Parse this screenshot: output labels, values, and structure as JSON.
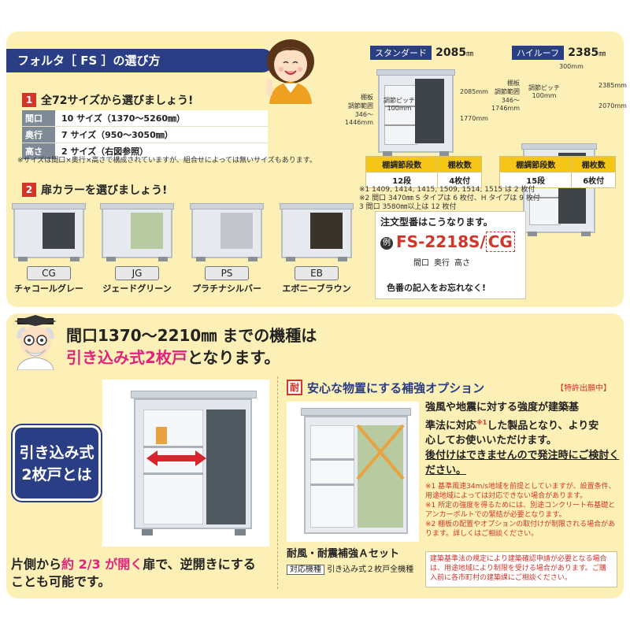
{
  "top": {
    "title": "フォルタ［ FS ］の選び方",
    "step1": {
      "num": "1",
      "label": "全72サイズから選びましょう!"
    },
    "specs": [
      {
        "key": "間口",
        "value": "10 サイズ（1370～5260㎜）"
      },
      {
        "key": "奥行",
        "value": "7 サイズ（950～3050㎜）"
      },
      {
        "key": "高さ",
        "value": "2 サイズ（右図参照）"
      }
    ],
    "specs_note": "※サイズは間口×奥行×高さで構成されていますが、組合せによっては無いサイズもあります。",
    "step2": {
      "num": "2",
      "label": "扉カラーを選びましょう!"
    },
    "colors": [
      {
        "code": "CG",
        "name": "チャコールグレー",
        "door": "#3f4449"
      },
      {
        "code": "JG",
        "name": "ジェードグリーン",
        "door": "#b8caa0"
      },
      {
        "code": "PS",
        "name": "プラチナシルバー",
        "door": "#c3c7cc"
      },
      {
        "code": "EB",
        "name": "エボニーブラウン",
        "door": "#3a332c"
      }
    ]
  },
  "heights": {
    "standard": {
      "tag": "スタンダード",
      "height": "2085",
      "unit": "㎜",
      "dims": {
        "total": "2085mm",
        "inner": "1770mm",
        "shelf_range": "棚板\n調節範囲\n346～1446mm",
        "pitch": "調節ピッチ\n100mm"
      },
      "table": {
        "h1": "棚調節段数",
        "h2": "棚枚数",
        "v1": "12段",
        "v2": "4枚付"
      }
    },
    "high": {
      "tag": "ハイルーフ",
      "height": "2385",
      "unit": "㎜",
      "dims": {
        "total": "2385mm",
        "inner": "2070mm",
        "roof": "300mm",
        "shelf_range": "棚板\n調節範囲\n346～1746mm",
        "pitch": "調節ピッチ\n100mm"
      },
      "table": {
        "h1": "棚調節段数",
        "h2": "棚枚数",
        "v1": "15段",
        "v2": "6枚付"
      }
    },
    "notes": [
      "※1 1409, 1414, 1415, 1509, 1514, 1515 は 2 枚付",
      "※2 間口 3470㎜ S タイプは 6 枚付、H タイプは 9 枚付",
      "3 間口 3580㎜以上は 12 枚付"
    ]
  },
  "order": {
    "title": "注文型番はこうなります。",
    "example_mark": "例",
    "model_main": "FS-2218S",
    "model_sep": "/",
    "model_color": "CG",
    "parts": [
      "間口",
      "奥行",
      "高さ"
    ],
    "reminder": "色番の記入をお忘れなく!"
  },
  "sliding": {
    "headline1": "間口1370～2210㎜ までの機種は",
    "headline2_pink": "引き込み式2枚戸",
    "headline2_rest": "となります。",
    "box_line1": "引き込み式",
    "box_line2": "2枚戸とは",
    "caption_a": "片側から",
    "caption_pink": "約 2/3 が開く",
    "caption_b": "扉で、逆開きにする",
    "caption_c": "ことも可能です。"
  },
  "option": {
    "icon": "耐",
    "title": "安心な物置にする補強オプション",
    "patent": "【特許出願中】",
    "body": [
      "強風や地震に対する強度が建築基",
      "準法に対応",
      "した製品となり、より安",
      "心してお使いいただけます。"
    ],
    "sup": "※1",
    "warn": "後付けはできませんので発注時にご検討ください。",
    "set_name": "耐風・耐震補強Ａセット",
    "applies_tag": "対応機種",
    "applies": "引き込み式２枚戸全機種",
    "footnotes": [
      "※1 基準風速34m/s地域を前提としていますが、設置条件、用途地域によっては対応できない場合があります。",
      "※1 所定の強度を得るためには、別途コンクリート布基礎とアンカーボルトでの緊結が必要となります。",
      "※2 棚板の配置やオプションの取付けが制限される場合があります。詳しくはご相談ください。"
    ],
    "permit_note": "建築基準法の規定により建築確認申請が必要となる場合は、用途地域により制限を受ける場合があります。ご購入前に各市町村の建築課にご相談ください。"
  }
}
